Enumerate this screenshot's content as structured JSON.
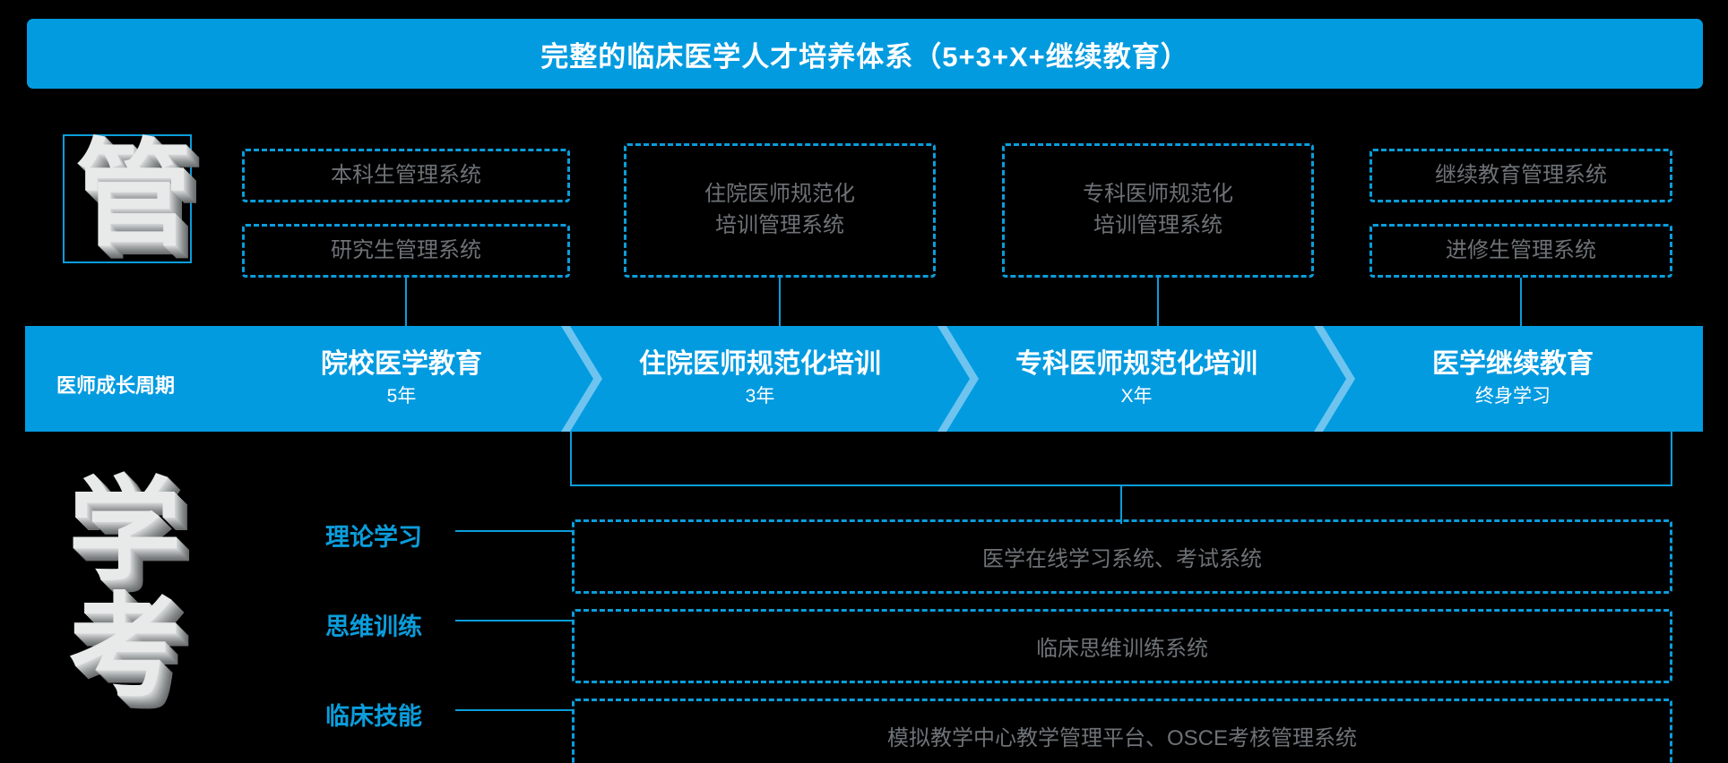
{
  "header": {
    "title": "完整的临床医学人才培养体系（5+3+X+继续教育）",
    "accent_color": "#039BE0"
  },
  "pillars": {
    "manage_glyph": "管",
    "learn_glyph": "学",
    "exam_glyph": "考"
  },
  "management": {
    "groups": [
      {
        "boxes": [
          {
            "label": "本科生管理系统"
          },
          {
            "label": "研究生管理系统"
          }
        ]
      },
      {
        "boxes": [
          {
            "label": "住院医师规范化\n培训管理系统"
          }
        ]
      },
      {
        "boxes": [
          {
            "label": "专科医师规范化\n培训管理系统"
          }
        ]
      },
      {
        "boxes": [
          {
            "label": "继续教育管理系统"
          },
          {
            "label": "进修生管理系统"
          }
        ]
      }
    ]
  },
  "timeline": {
    "row_label": "医师成长周期",
    "stages": [
      {
        "name": "院校医学教育",
        "duration": "5年"
      },
      {
        "name": "住院医师规范化培训",
        "duration": "3年"
      },
      {
        "name": "专科医师规范化培训",
        "duration": "X年"
      },
      {
        "name": "医学继续教育",
        "duration": "终身学习"
      }
    ]
  },
  "learning": {
    "rows": [
      {
        "label": "理论学习",
        "system": "医学在线学习系统、考试系统"
      },
      {
        "label": "思维训练",
        "system": "临床思维训练系统"
      },
      {
        "label": "临床技能",
        "system": "模拟教学中心教学管理平台、OSCE考核管理系统"
      }
    ]
  },
  "colors": {
    "primary_blue": "#039BE0",
    "border_blue": "#0B9DDB",
    "chevron_blue": "#6EC4EE",
    "muted_text": "#6E7276",
    "background": "#000000"
  }
}
